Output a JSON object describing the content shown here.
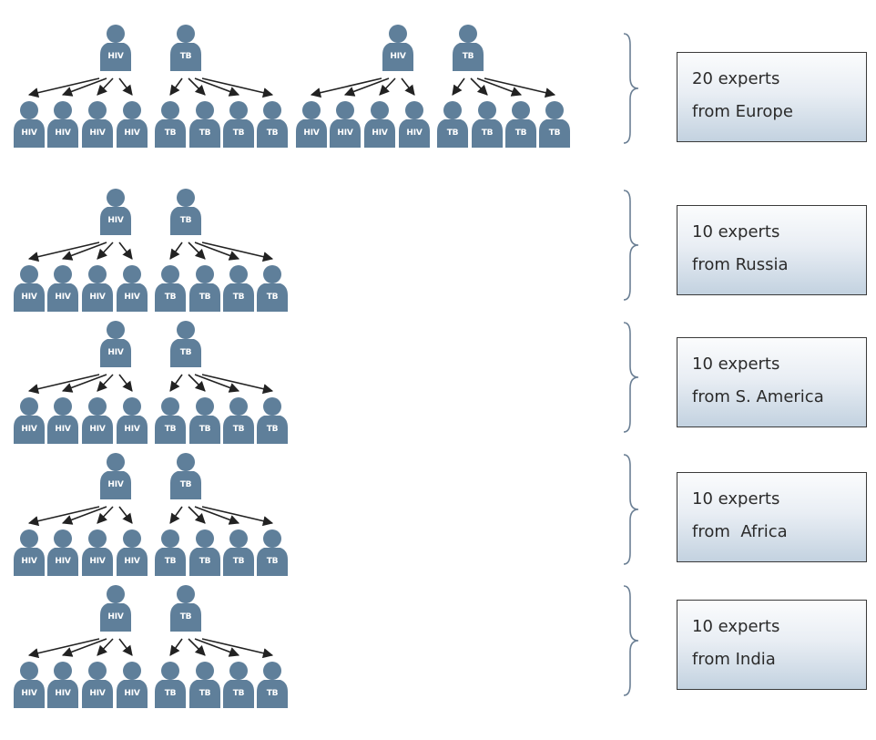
{
  "person_color": "#5f7f9a",
  "arrow_color": "#222222",
  "box_gradient": [
    "#fbfcfd",
    "#c3d2e0"
  ],
  "icons": [
    "person-icon",
    "arrow-icon",
    "brace-icon"
  ],
  "rows": [
    {
      "groups": [
        {
          "leads": [
            {
              "label": "HIV"
            },
            {
              "label": "TB"
            }
          ],
          "members": [
            {
              "label": "HIV"
            },
            {
              "label": "HIV"
            },
            {
              "label": "HIV"
            },
            {
              "label": "HIV"
            },
            {
              "label": "TB"
            },
            {
              "label": "TB"
            },
            {
              "label": "TB"
            },
            {
              "label": "TB"
            }
          ]
        },
        {
          "leads": [
            {
              "label": "HIV"
            },
            {
              "label": "TB"
            }
          ],
          "members": [
            {
              "label": "HIV"
            },
            {
              "label": "HIV"
            },
            {
              "label": "HIV"
            },
            {
              "label": "HIV"
            },
            {
              "label": "TB"
            },
            {
              "label": "TB"
            },
            {
              "label": "TB"
            },
            {
              "label": "TB"
            }
          ]
        }
      ],
      "box": {
        "line1": "20 experts",
        "line2": "from Europe"
      }
    },
    {
      "groups": [
        {
          "leads": [
            {
              "label": "HIV"
            },
            {
              "label": "TB"
            }
          ],
          "members": [
            {
              "label": "HIV"
            },
            {
              "label": "HIV"
            },
            {
              "label": "HIV"
            },
            {
              "label": "HIV"
            },
            {
              "label": "TB"
            },
            {
              "label": "TB"
            },
            {
              "label": "TB"
            },
            {
              "label": "TB"
            }
          ]
        }
      ],
      "box": {
        "line1": "10 experts",
        "line2": "from Russia"
      }
    },
    {
      "groups": [
        {
          "leads": [
            {
              "label": "HIV"
            },
            {
              "label": "TB"
            }
          ],
          "members": [
            {
              "label": "HIV"
            },
            {
              "label": "HIV"
            },
            {
              "label": "HIV"
            },
            {
              "label": "HIV"
            },
            {
              "label": "TB"
            },
            {
              "label": "TB"
            },
            {
              "label": "TB"
            },
            {
              "label": "TB"
            }
          ]
        }
      ],
      "box": {
        "line1": "10 experts",
        "line2": "from S. America"
      }
    },
    {
      "groups": [
        {
          "leads": [
            {
              "label": "HIV"
            },
            {
              "label": "TB"
            }
          ],
          "members": [
            {
              "label": "HIV"
            },
            {
              "label": "HIV"
            },
            {
              "label": "HIV"
            },
            {
              "label": "HIV"
            },
            {
              "label": "TB"
            },
            {
              "label": "TB"
            },
            {
              "label": "TB"
            },
            {
              "label": "TB"
            }
          ]
        }
      ],
      "box": {
        "line1": "10 experts",
        "line2": "from  Africa"
      }
    },
    {
      "groups": [
        {
          "leads": [
            {
              "label": "HIV"
            },
            {
              "label": "TB"
            }
          ],
          "members": [
            {
              "label": "HIV"
            },
            {
              "label": "HIV"
            },
            {
              "label": "HIV"
            },
            {
              "label": "HIV"
            },
            {
              "label": "TB"
            },
            {
              "label": "TB"
            },
            {
              "label": "TB"
            },
            {
              "label": "TB"
            }
          ]
        }
      ],
      "box": {
        "line1": "10 experts",
        "line2": "from India"
      }
    }
  ]
}
